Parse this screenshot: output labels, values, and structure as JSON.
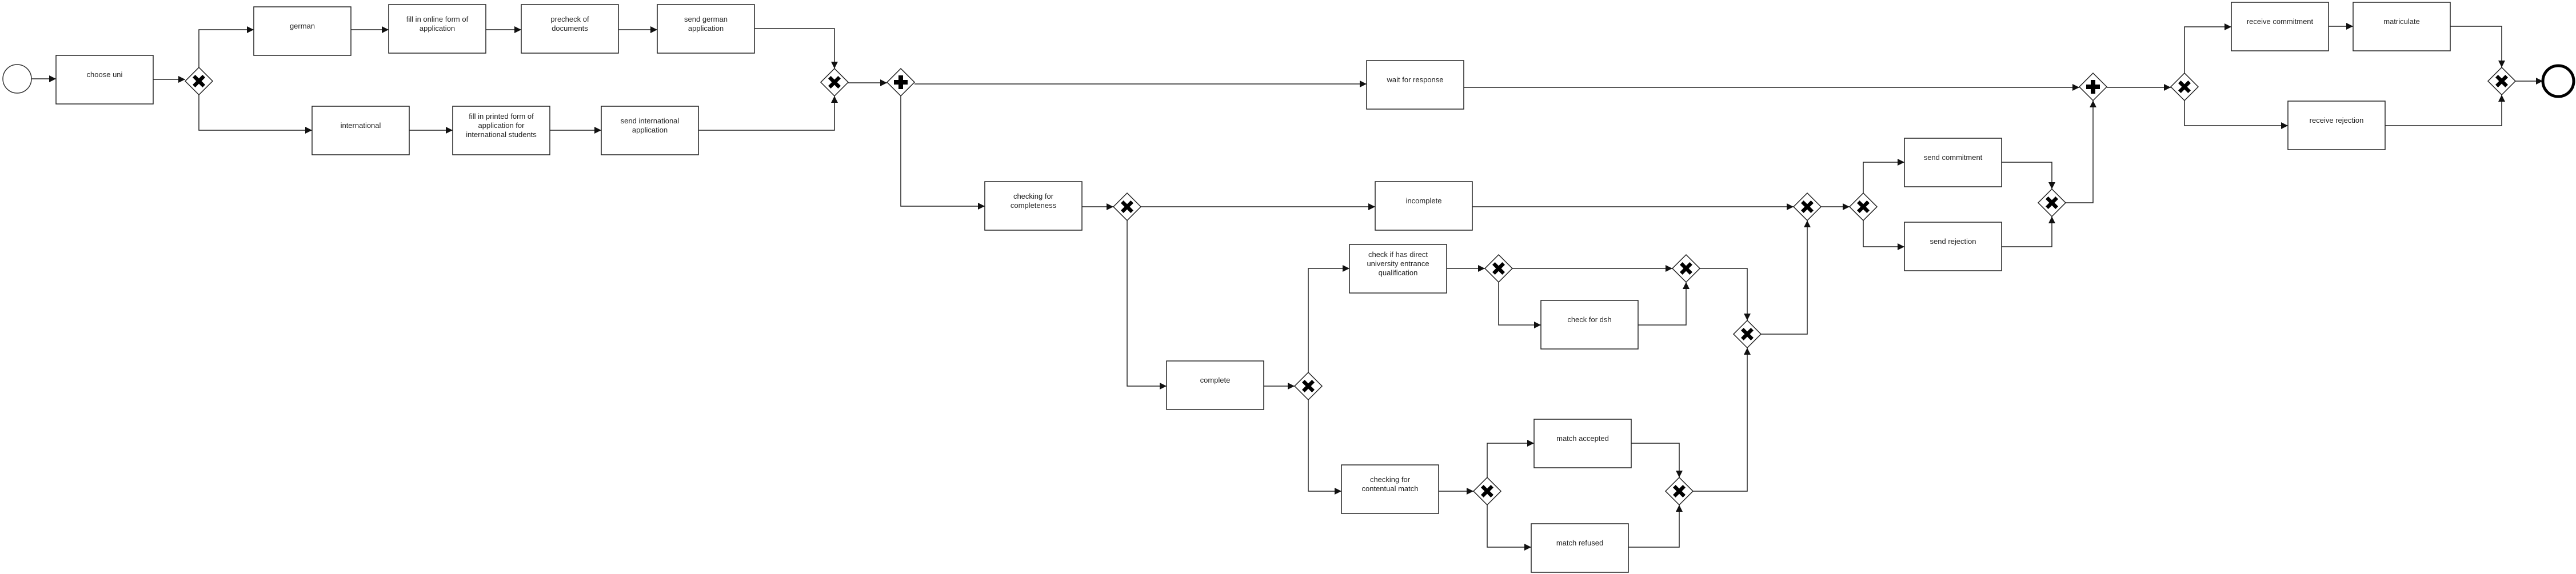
{
  "diagram": {
    "type": "bpmn-process",
    "start_event": {
      "label": ""
    },
    "end_event": {
      "label": ""
    },
    "tasks": {
      "choose_uni": {
        "lines": [
          "choose uni"
        ]
      },
      "german": {
        "lines": [
          "german"
        ]
      },
      "fill_online": {
        "lines": [
          "fill in online form of",
          "application"
        ]
      },
      "precheck": {
        "lines": [
          "precheck of",
          "documents"
        ]
      },
      "send_german": {
        "lines": [
          "send german",
          "application"
        ]
      },
      "international": {
        "lines": [
          "international"
        ]
      },
      "fill_printed": {
        "lines": [
          "fill in printed form of",
          "application for",
          "international students"
        ]
      },
      "send_international": {
        "lines": [
          "send international",
          "application"
        ]
      },
      "wait_response": {
        "lines": [
          "wait for response"
        ]
      },
      "checking_completeness": {
        "lines": [
          "checking for",
          "completeness"
        ]
      },
      "incomplete": {
        "lines": [
          "incomplete"
        ]
      },
      "complete": {
        "lines": [
          "complete"
        ]
      },
      "check_direct": {
        "lines": [
          "check if has direct",
          "university entrance",
          "qualification"
        ]
      },
      "check_dsh": {
        "lines": [
          "check for dsh"
        ]
      },
      "checking_match": {
        "lines": [
          "checking for",
          "contentual match"
        ]
      },
      "match_accepted": {
        "lines": [
          "match accepted"
        ]
      },
      "match_refused": {
        "lines": [
          "match refused"
        ]
      },
      "send_commitment": {
        "lines": [
          "send commitment"
        ]
      },
      "send_rejection": {
        "lines": [
          "send rejection"
        ]
      },
      "receive_commitment": {
        "lines": [
          "receive commitment"
        ]
      },
      "matriculate": {
        "lines": [
          "matriculate"
        ]
      },
      "receive_rejection": {
        "lines": [
          "receive rejection"
        ]
      }
    },
    "gateways": {
      "gw_type_split": {
        "kind": "exclusive"
      },
      "gw_apply_join": {
        "kind": "exclusive"
      },
      "gw_par_split": {
        "kind": "parallel"
      },
      "gw_completeness": {
        "kind": "exclusive"
      },
      "gw_complete_split": {
        "kind": "exclusive"
      },
      "gw_direct_split": {
        "kind": "exclusive"
      },
      "gw_direct_join": {
        "kind": "exclusive"
      },
      "gw_match_split": {
        "kind": "exclusive"
      },
      "gw_match_join": {
        "kind": "exclusive"
      },
      "gw_checks_join": {
        "kind": "exclusive"
      },
      "gw_result_join": {
        "kind": "exclusive"
      },
      "gw_decision_split": {
        "kind": "exclusive"
      },
      "gw_decision_join": {
        "kind": "exclusive"
      },
      "gw_par_join": {
        "kind": "parallel"
      },
      "gw_receive_split": {
        "kind": "exclusive"
      },
      "gw_final_join": {
        "kind": "exclusive"
      }
    }
  }
}
